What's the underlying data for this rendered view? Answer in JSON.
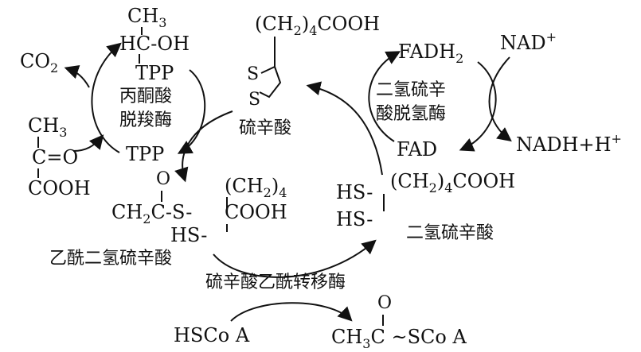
{
  "pdc": {
    "ch3": "CH",
    "ch3_sub": "3",
    "hc_oh": "HC-OH",
    "tpp_top": "TPP",
    "enzyme_line1": "丙酮酸",
    "enzyme_line2": "脱羧酶",
    "tpp_bottom": "TPP",
    "co2": "CO",
    "co2_sub": "2"
  },
  "pyruvate": {
    "ch3": "CH",
    "ch3_sub": "3",
    "carbonyl": "C=O",
    "cooh": "COOH"
  },
  "lipoic": {
    "chain": "(CH",
    "chain_sub2": "2",
    "chain_close": ")",
    "chain_sub4": "4",
    "chain_end": "COOH",
    "s_top": "S",
    "s_bottom": "S",
    "name": "硫辛酸"
  },
  "dld": {
    "fadh2": "FADH",
    "fadh2_sub": "2",
    "nad": "NAD",
    "nad_sup": "+",
    "enzyme_line1": "二氢硫辛",
    "enzyme_line2": "酸脱氢酶",
    "nadh": "NADH+H",
    "nadh_sup": "+",
    "fad": "FAD"
  },
  "acetyl_dihydrolipoyl": {
    "o": "O",
    "chain": "(CH",
    "chain_sub2": "2",
    "chain_close": ")",
    "chain_sub4": "4",
    "thioester_ch2": "CH",
    "thioester_ch2_sub": "2",
    "thioester_rest": "C-S-",
    "cooh": "COOH",
    "hs": "HS-",
    "name": "乙酰二氢硫辛酸"
  },
  "dihydrolipoic": {
    "hs1": "HS-",
    "hs2": "HS-",
    "chain": "(CH",
    "chain_sub2": "2",
    "chain_close": ")",
    "chain_sub4": "4",
    "chain_end": "COOH",
    "name": "二氢硫辛酸"
  },
  "transacetylase": {
    "name": "硫辛酸乙酰转移酶",
    "hscoa": "HSCo A",
    "acetyl_o": "O",
    "acetyl_coa_ch3": "CH",
    "acetyl_coa_sub": "3",
    "acetyl_coa_rest": "C ~SCo A"
  }
}
